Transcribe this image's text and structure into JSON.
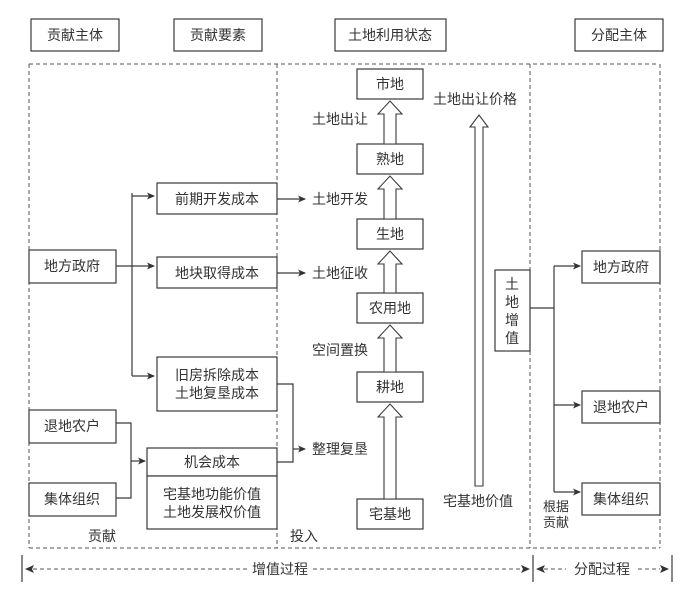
{
  "headers": {
    "contributor": "贡献主体",
    "contribution_factors": "贡献要素",
    "land_use_status": "土地利用状态",
    "distribution_subject": "分配主体"
  },
  "contributors": {
    "local_gov": "地方政府",
    "retiring_farmers": "退地农户",
    "collective": "集体组织"
  },
  "factors": {
    "early_dev_cost": "前期开发成本",
    "parcel_acq_cost": "地块取得成本",
    "demolition_line1": "旧房拆除成本",
    "demolition_line2": "土地复垦成本",
    "opportunity_cost": "机会成本",
    "homestead_line1": "宅基地功能价值",
    "homestead_line2": "土地发展权价值"
  },
  "land_states": {
    "urban": "市地",
    "developed": "熟地",
    "raw": "生地",
    "agricultural": "农用地",
    "cultivated": "耕地",
    "homestead": "宅基地"
  },
  "transitions": {
    "transfer": "土地出让",
    "development": "土地开发",
    "expropriation": "土地征收",
    "spatial_swap": "空间置换",
    "reclamation": "整理复垦"
  },
  "value": {
    "transfer_price": "土地出让价格",
    "homestead_value": "宅基地价值",
    "increment": [
      "土",
      "地",
      "增",
      "值"
    ]
  },
  "recipients": {
    "local_gov": "地方政府",
    "retiring_farmers": "退地农户",
    "collective": "集体组织"
  },
  "annotations": {
    "contribute": "贡献",
    "invest": "投入",
    "by_contribution_1": "根据",
    "by_contribution_2": "贡献"
  },
  "process": {
    "value_add": "增值过程",
    "distribution": "分配过程"
  }
}
